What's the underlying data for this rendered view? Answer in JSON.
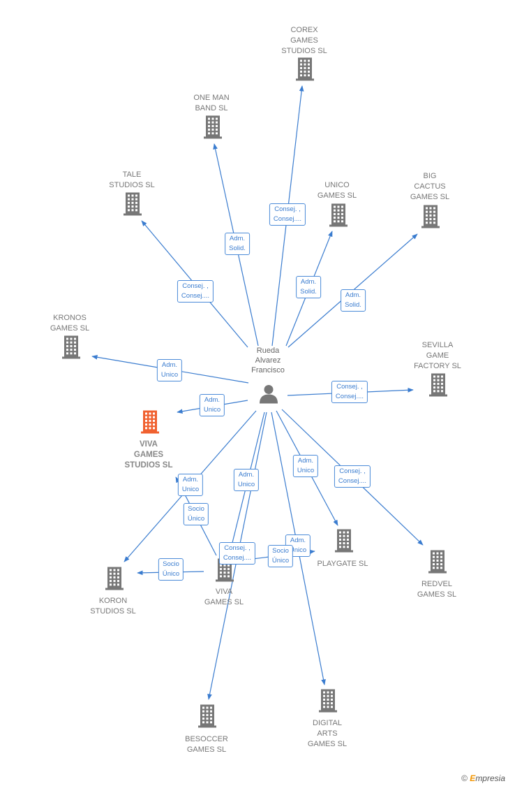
{
  "person": {
    "name": "Rueda\nAlvarez\nFrancisco",
    "icon": "person-icon"
  },
  "colors": {
    "edge": "#3a7ccf",
    "building": "#777777",
    "focus": "#f06130"
  },
  "companies": [
    {
      "id": "corex",
      "label": "COREX\nGAMES\nSTUDIOS SL",
      "focus": false
    },
    {
      "id": "one-man-band",
      "label": "ONE MAN\nBAND SL",
      "focus": false
    },
    {
      "id": "tale",
      "label": "TALE\nSTUDIOS SL",
      "focus": false
    },
    {
      "id": "unico",
      "label": "UNICO\nGAMES SL",
      "focus": false
    },
    {
      "id": "big-cactus",
      "label": "BIG\nCACTUS\nGAMES SL",
      "focus": false
    },
    {
      "id": "kronos",
      "label": "KRONOS\nGAMES SL",
      "focus": false
    },
    {
      "id": "sevilla",
      "label": "SEVILLA\nGAME\nFACTORY SL",
      "focus": false
    },
    {
      "id": "viva-studios",
      "label": "VIVA\nGAMES\nSTUDIOS SL",
      "focus": true
    },
    {
      "id": "playgate",
      "label": "PLAYGATE SL",
      "focus": false
    },
    {
      "id": "redvel",
      "label": "REDVEL\nGAMES SL",
      "focus": false
    },
    {
      "id": "viva-games",
      "label": "VIVA\nGAMES SL",
      "focus": false
    },
    {
      "id": "koron",
      "label": "KORON\nSTUDIOS SL",
      "focus": false
    },
    {
      "id": "besoccer",
      "label": "BESOCCER\nGAMES SL",
      "focus": false
    },
    {
      "id": "digital-arts",
      "label": "DIGITAL\nARTS\nGAMES SL",
      "focus": false
    }
  ],
  "edges": [
    {
      "from": "person",
      "to": "corex",
      "label": "Consej. ,\nConsej...."
    },
    {
      "from": "person",
      "to": "one-man-band",
      "label": "Adm.\nSolid."
    },
    {
      "from": "person",
      "to": "tale",
      "label": "Consej. ,\nConsej...."
    },
    {
      "from": "person",
      "to": "unico",
      "label": "Adm.\nSolid."
    },
    {
      "from": "person",
      "to": "big-cactus",
      "label": "Adm.\nSolid."
    },
    {
      "from": "person",
      "to": "kronos",
      "label": "Adm.\nUnico"
    },
    {
      "from": "person",
      "to": "sevilla",
      "label": "Consej. ,\nConsej...."
    },
    {
      "from": "person",
      "to": "viva-studios",
      "label": "Adm.\nUnico"
    },
    {
      "from": "person",
      "to": "playgate",
      "label": "Adm.\nUnico"
    },
    {
      "from": "person",
      "to": "redvel",
      "label": "Consej. ,\nConsej...."
    },
    {
      "from": "person",
      "to": "koron",
      "label": "Adm.\nUnico"
    },
    {
      "from": "person",
      "to": "viva-games",
      "label": "Adm.\nUnico"
    },
    {
      "from": "person",
      "to": "besoccer",
      "label": "Consej. ,\nConsej...."
    },
    {
      "from": "person",
      "to": "digital-arts",
      "label": "Adm.\nUnico"
    },
    {
      "from": "viva-games",
      "to": "koron",
      "label": "Socio\nÚnico"
    },
    {
      "from": "viva-games",
      "to": "viva-studios",
      "label": "Socio\nÚnico"
    },
    {
      "from": "viva-games",
      "to": "playgate",
      "label": "Socio\nÚnico"
    }
  ],
  "footer": {
    "symbol": "©",
    "brand_initial": "E",
    "brand_rest": "mpresia"
  }
}
